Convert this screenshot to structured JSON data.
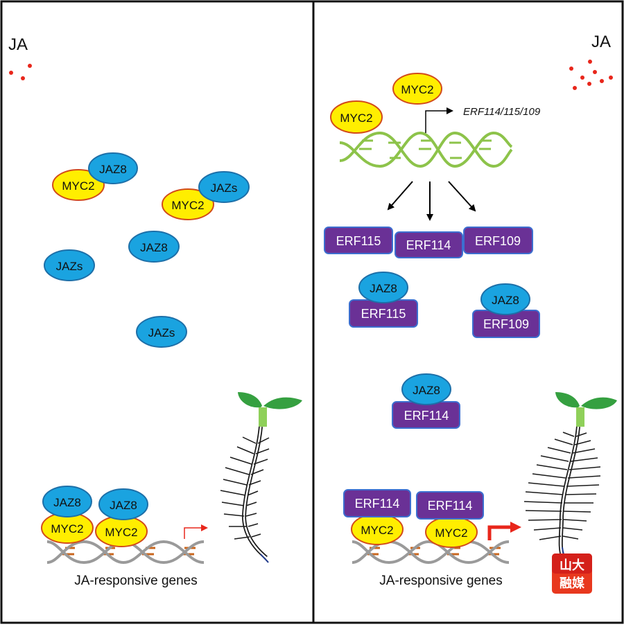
{
  "colors": {
    "jaz_fill": "#1aa3e0",
    "jaz_stroke": "#1d6fa8",
    "myc_fill": "#ffee00",
    "myc_stroke": "#d24b1a",
    "erf_fill": "#6a3196",
    "erf_stroke": "#3c6fd0",
    "dna_green": "#8dc34a",
    "dna_grey": "#9a9a9a",
    "dna_rung_orange": "#c8661e",
    "ja_dot": "#e8261b",
    "arrow_red": "#e8261b",
    "leaf_green": "#35a040"
  },
  "left_panel": {
    "ja_label": "JA",
    "proteins": {
      "jaz8_a": "JAZ8",
      "myc2_a": "MYC2",
      "jazs_a": "JAZs",
      "myc2_b": "MYC2",
      "jaz8_b": "JAZ8",
      "jazs_b": "JAZs",
      "jazs_c": "JAZs"
    },
    "promoter": {
      "jaz8_1": "JAZ8",
      "myc2_1": "MYC2",
      "jaz8_2": "JAZ8",
      "myc2_2": "MYC2",
      "genes_label": "JA-responsive genes"
    }
  },
  "right_panel": {
    "ja_label": "JA",
    "myc2_top": "MYC2",
    "myc2_bound": "MYC2",
    "gene_label": "ERF114/115/109",
    "erfs": {
      "erf115": "ERF115",
      "erf114": "ERF114",
      "erf109": "ERF109"
    },
    "complexes": {
      "c1_jaz": "JAZ8",
      "c1_erf": "ERF115",
      "c2_jaz": "JAZ8",
      "c2_erf": "ERF109",
      "c3_jaz": "JAZ8",
      "c3_erf": "ERF114"
    },
    "promoter": {
      "erf_1": "ERF114",
      "myc2_1": "MYC2",
      "erf_2": "ERF114",
      "myc2_2": "MYC2",
      "genes_label": "JA-responsive genes"
    },
    "logo": {
      "row1": "山大",
      "row2": "融媒"
    }
  }
}
